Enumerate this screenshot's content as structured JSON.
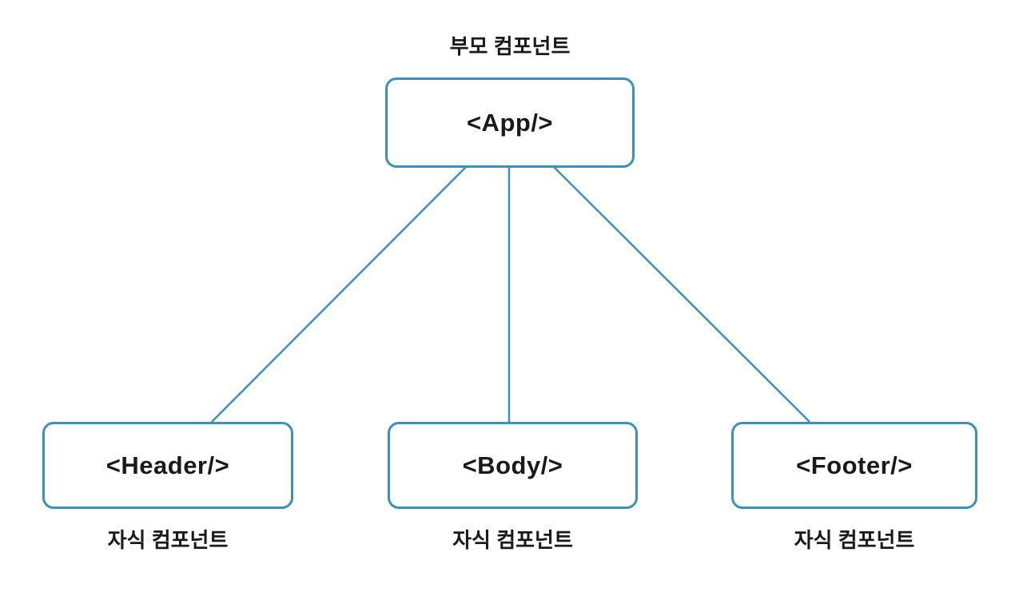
{
  "diagram": {
    "parent": {
      "caption": "부모 컴포넌트",
      "tag": "<App/>"
    },
    "children": [
      {
        "tag": "<Header/>",
        "caption": "자식 컴포넌트"
      },
      {
        "tag": "<Body/>",
        "caption": "자식 컴포넌트"
      },
      {
        "tag": "<Footer/>",
        "caption": "자식 컴포넌트"
      }
    ],
    "colors": {
      "stroke": "#3a92bb",
      "text": "#1a1a1a",
      "background": "#ffffff"
    }
  }
}
